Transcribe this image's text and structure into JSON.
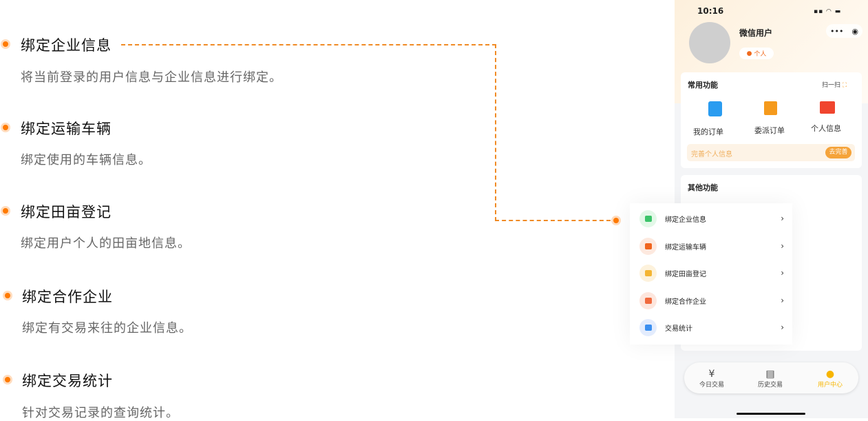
{
  "features": [
    {
      "title": "绑定企业信息",
      "desc": "将当前登录的用户信息与企业信息进行绑定。"
    },
    {
      "title": "绑定运输车辆",
      "desc": "绑定使用的车辆信息。"
    },
    {
      "title": "绑定田亩登记",
      "desc": "绑定用户个人的田亩地信息。"
    },
    {
      "title": "绑定合作企业",
      "desc": "绑定有交易来往的企业信息。"
    },
    {
      "title": "绑定交易统计",
      "desc": "针对交易记录的查询统计。"
    }
  ],
  "phone": {
    "time": "10:16",
    "user_name": "微信用户",
    "user_tag": "个人",
    "common": {
      "title": "常用功能",
      "scan": "扫一扫",
      "items": [
        "我的订单",
        "委派订单",
        "个人信息"
      ],
      "banner": "完善个人信息",
      "banner_btn": "去完善"
    },
    "other": {
      "title": "其他功能"
    },
    "menu": [
      {
        "label": "绑定企业信息",
        "color": "#3cc46a",
        "bg": "#e3f8e8"
      },
      {
        "label": "绑定运输车辆",
        "color": "#f0651e",
        "bg": "#fde9df"
      },
      {
        "label": "绑定田亩登记",
        "color": "#f4b533",
        "bg": "#fdf2dc"
      },
      {
        "label": "绑定合作企业",
        "color": "#f06a3e",
        "bg": "#fde6dd"
      },
      {
        "label": "交易统计",
        "color": "#3b8ff0",
        "bg": "#e3ecfd"
      }
    ],
    "tabs": [
      "今日交易",
      "历史交易",
      "用户中心"
    ],
    "accent": "#f7b500"
  }
}
